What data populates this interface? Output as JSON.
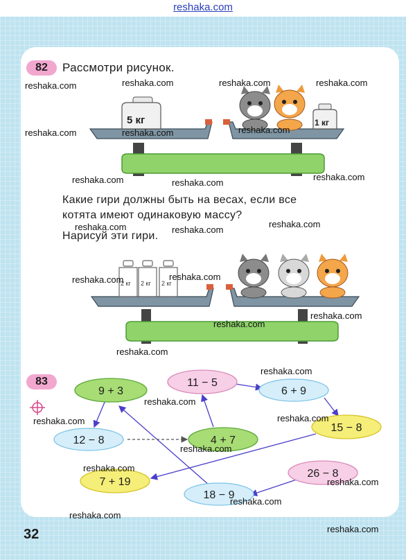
{
  "site": "reshaka.com",
  "page_number": "32",
  "task82": {
    "number": "82",
    "title": "Рассмотри рисунок.",
    "question_line1": "Какие  гири  должны  быть  на  весах,  если  все",
    "question_line2": "котята  имеют  одинаковую  массу?",
    "instruction": "Нарисуй  эти  гири.",
    "scale1": {
      "left_weight": "5 кг",
      "right_weight": "1 кг"
    },
    "scale2": {
      "weight_label": "2 кг"
    }
  },
  "task83": {
    "number": "83",
    "ovals": [
      {
        "id": "a",
        "expr": "9 + 3",
        "color": "green"
      },
      {
        "id": "b",
        "expr": "11 − 5",
        "color": "pink"
      },
      {
        "id": "c",
        "expr": "6 + 9",
        "color": "blue"
      },
      {
        "id": "d",
        "expr": "12 − 8",
        "color": "blue"
      },
      {
        "id": "e",
        "expr": "4 + 7",
        "color": "green"
      },
      {
        "id": "f",
        "expr": "15 − 8",
        "color": "yellow"
      },
      {
        "id": "g",
        "expr": "7 + 19",
        "color": "yellow"
      },
      {
        "id": "h",
        "expr": "26 − 8",
        "color": "pink"
      },
      {
        "id": "i",
        "expr": "18 − 9",
        "color": "blue"
      }
    ]
  },
  "watermarks": [
    "reshaka.com",
    "reshaka.com",
    "reshaka.com",
    "reshaka.com",
    "reshaka.com",
    "reshaka.com",
    "reshaka.com",
    "reshaka.com",
    "reshaka.com",
    "reshaka.com",
    "reshaka.com",
    "reshaka.com",
    "reshaka.com",
    "reshaka.com",
    "reshaka.com",
    "reshaka.com",
    "reshaka.com",
    "reshaka.com",
    "reshaka.com",
    "reshaka.com",
    "reshaka.com",
    "reshaka.com",
    "reshaka.com",
    "reshaka.com",
    "reshaka.com"
  ],
  "colors": {
    "oval_green": "#a8dc74",
    "oval_pink": "#f7cfe6",
    "oval_blue": "#d5eefa",
    "oval_yellow": "#f5ee78",
    "arrow": "#4a3fc9",
    "tray": "#7a8f9c",
    "base": "#8fd36a"
  }
}
